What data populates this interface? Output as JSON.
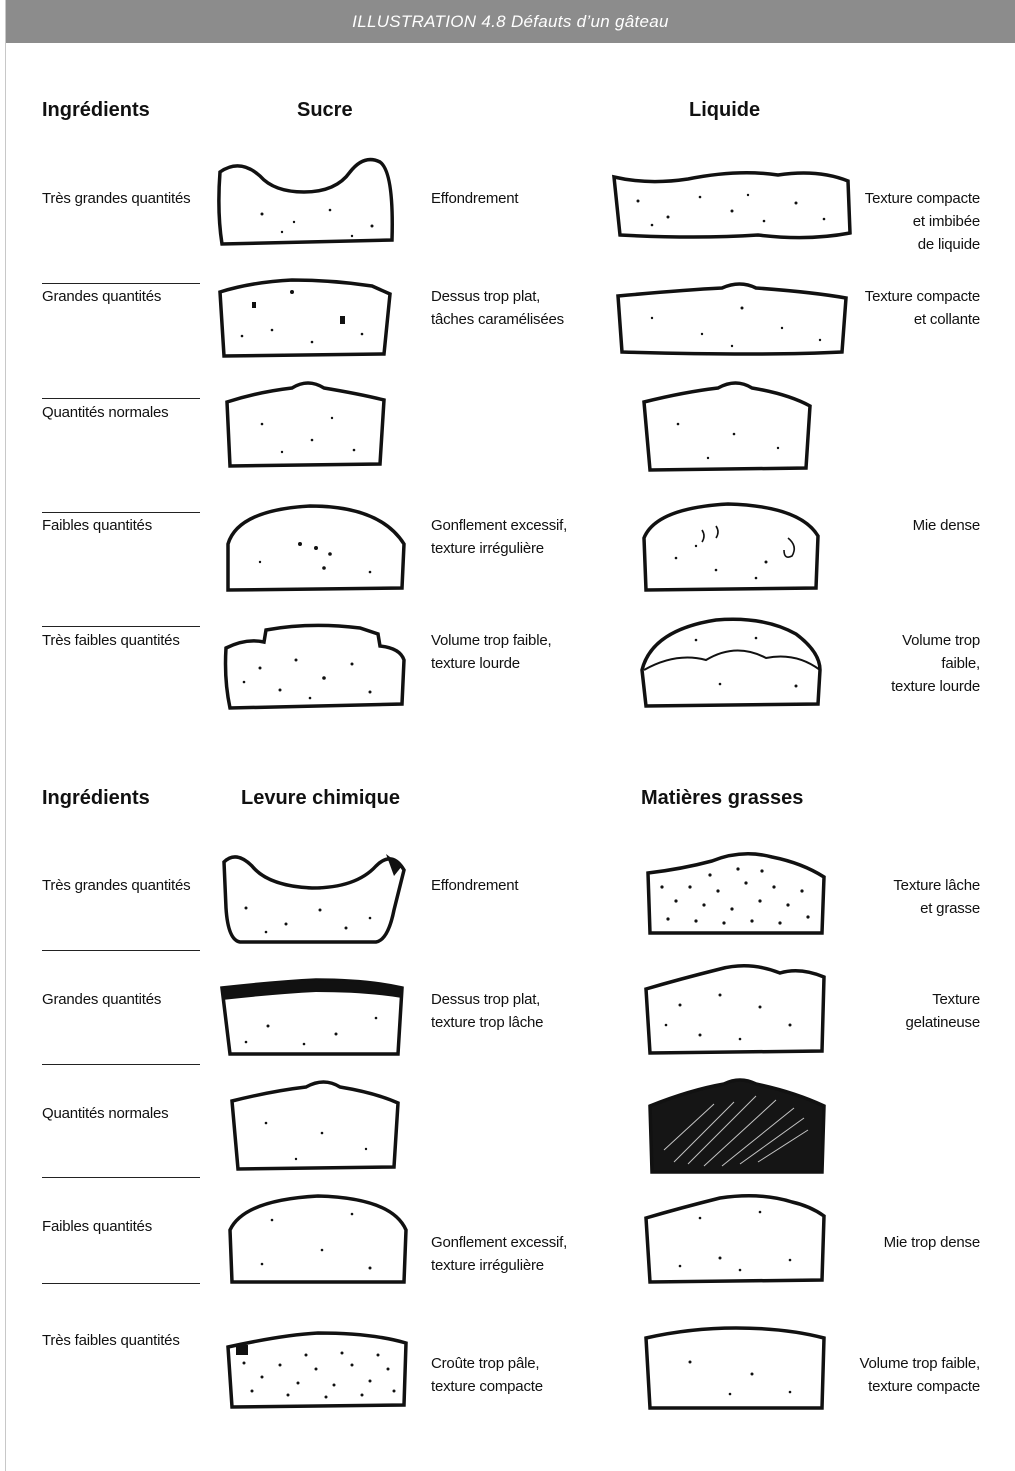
{
  "title": "ILLUSTRATION 4.8  Défauts d’un gâteau",
  "rows": [
    "Très grandes quantités",
    "Grandes quantités",
    "Quantités normales",
    "Faibles quantités",
    "Très faibles quantités"
  ],
  "top": {
    "ingredients_label": "Ingrédients",
    "left_header": "Sucre",
    "right_header": "Liquide",
    "left_descs": [
      "Effondrement",
      "Dessus trop plat,\ntâches caramélisées",
      "",
      "Gonflement excessif,\ntexture irrégulière",
      "Volume trop faible,\ntexture lourde"
    ],
    "right_descs": [
      "Texture compacte\net imbibée\nde liquide",
      "Texture compacte\net collante",
      "",
      "Mie dense",
      "Volume trop\nfaible,\ntexture lourde"
    ]
  },
  "bottom": {
    "ingredients_label": "Ingrédients",
    "left_header": "Levure chimique",
    "right_header": "Matières grasses",
    "left_descs": [
      "Effondrement",
      "Dessus trop plat,\ntexture trop lâche",
      "",
      "Gonflement excessif,\ntexture irrégulière",
      "Croûte trop pâle,\ntexture compacte"
    ],
    "right_descs": [
      "Texture lâche\net grasse",
      "Texture\ngelatineuse",
      "",
      "Mie trop dense",
      "Volume trop faible,\ntexture compacte"
    ]
  },
  "colors": {
    "title_bar": "#8c8c8c",
    "outline": "#111111"
  },
  "icons": {
    "top_left": [
      "collapsed-cake-icon",
      "flat-cake-icon",
      "normal-cake-icon",
      "domed-cake-icon",
      "lumpy-cake-icon"
    ],
    "top_right": [
      "flat-dense-cake-icon",
      "flat-sticky-cake-icon",
      "normal-cake-icon",
      "dense-crumb-cake-icon",
      "low-volume-cake-icon"
    ],
    "bottom_left": [
      "collapsed-cake-icon",
      "flat-open-cake-icon",
      "normal-cake-icon",
      "domed-cake-icon",
      "pale-crust-cake-icon"
    ],
    "bottom_right": [
      "greasy-cake-icon",
      "gelatinous-cake-icon",
      "normal-dark-cake-icon",
      "dense-cake-icon",
      "low-volume-cake-icon"
    ]
  }
}
